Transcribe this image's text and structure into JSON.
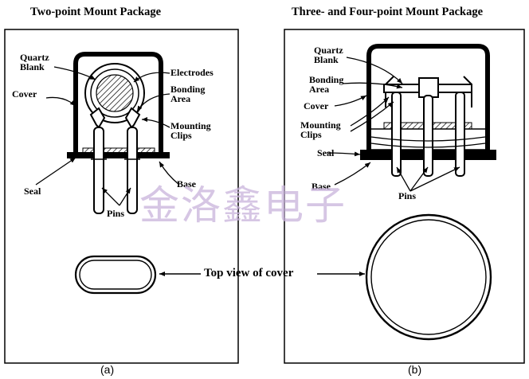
{
  "titles": {
    "a": "Two-point Mount Package",
    "b": "Three- and Four-point Mount Package"
  },
  "panel_a": {
    "quartz_blank": [
      "Quartz",
      "Blank"
    ],
    "cover": "Cover",
    "electrodes": "Electrodes",
    "bonding_area": [
      "Bonding",
      "Area"
    ],
    "mounting_clips": [
      "Mounting",
      "Clips"
    ],
    "seal": "Seal",
    "base": "Base",
    "pins": "Pins",
    "caption": "(a)"
  },
  "panel_b": {
    "quartz_blank": [
      "Quartz",
      "Blank"
    ],
    "bonding_area": [
      "Bonding",
      "Area"
    ],
    "cover": "Cover",
    "mounting_clips": [
      "Mounting",
      "Clips"
    ],
    "seal": "Seal",
    "base": "Base",
    "pins": "Pins",
    "caption": "(b)"
  },
  "top_view_label": "Top view of cover",
  "watermark": "金洛鑫电子"
}
